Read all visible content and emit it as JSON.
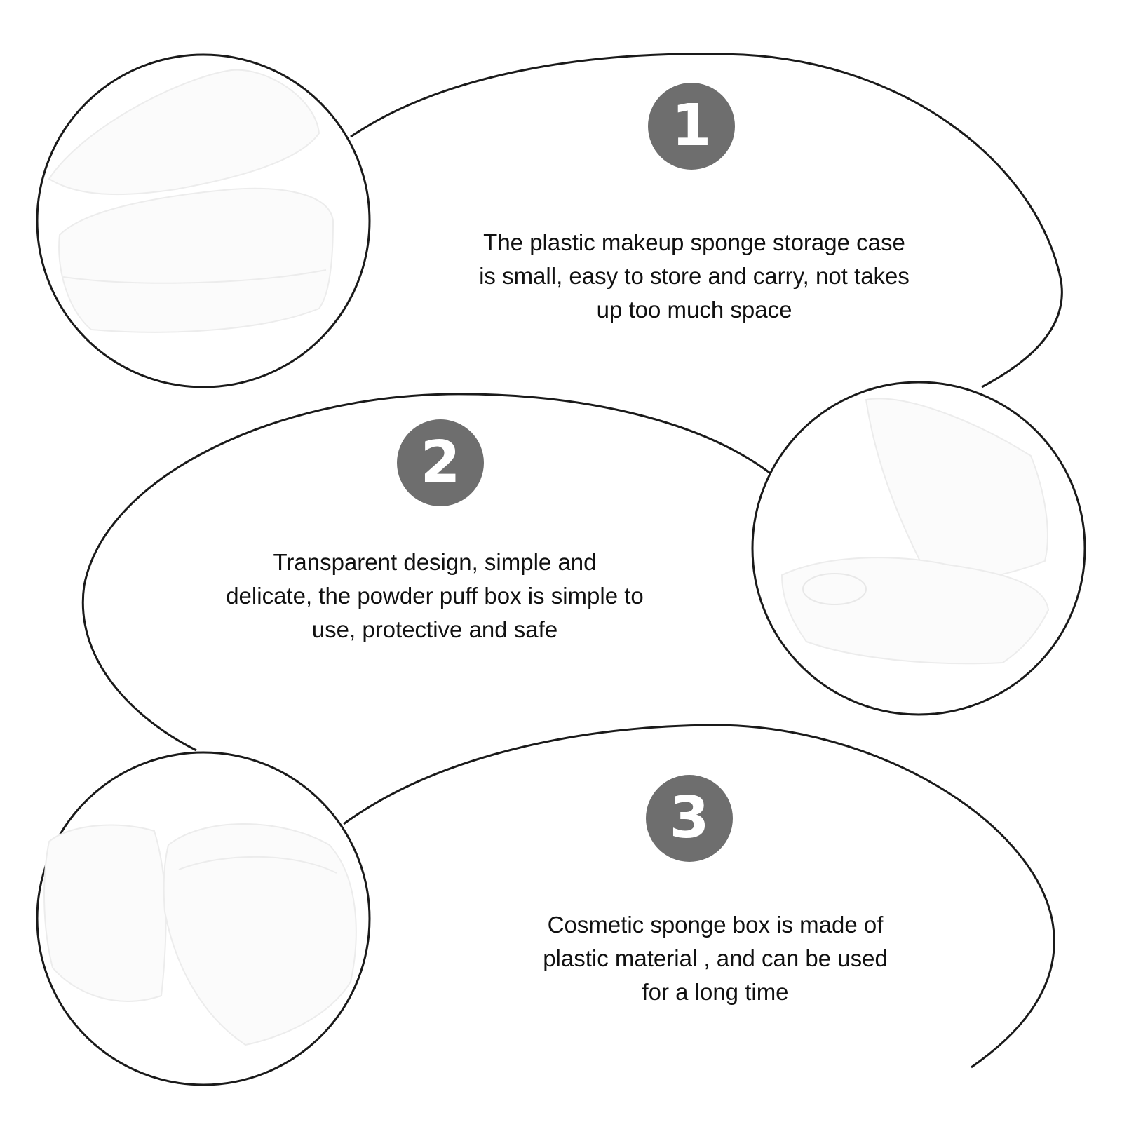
{
  "colors": {
    "badge": "#6e6e6e",
    "outline": "#1a1a1a",
    "text": "#111111",
    "background": "#ffffff"
  },
  "features": [
    {
      "number": "1",
      "lines": [
        "The plastic makeup sponge storage case",
        "is small, easy to store and carry, not takes",
        "up too much space"
      ]
    },
    {
      "number": "2",
      "lines": [
        "Transparent design, simple and",
        "delicate, the powder puff box is simple to",
        "use, protective and safe"
      ]
    },
    {
      "number": "3",
      "lines": [
        "Cosmetic sponge box is made of",
        "plastic material , and can be used",
        "for a long time"
      ]
    }
  ]
}
